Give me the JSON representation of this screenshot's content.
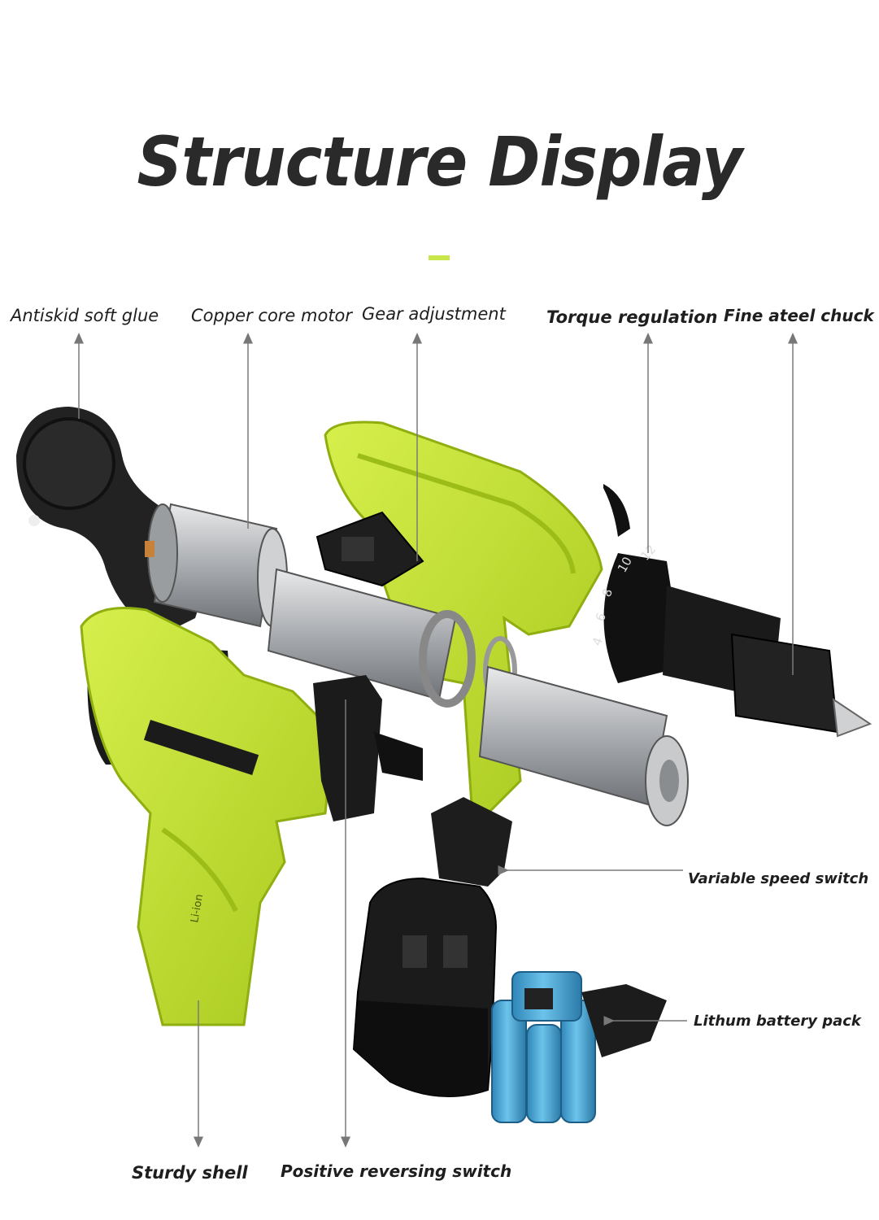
{
  "title": "Structure Display",
  "colors": {
    "accent": "#c8e64a",
    "shell": "#c5e336",
    "dark": "#1c1c1c",
    "metal": "#b9bcbf",
    "battery_cell": "#4aa6d6"
  },
  "labels": {
    "antiskid": "Antiskid soft glue",
    "motor": "Copper core motor",
    "gear": "Gear adjustment",
    "torque": "Torque regulation",
    "chuck": "Fine ateel chuck",
    "speed_switch": "Variable speed switch",
    "battery_pack": "Lithum battery pack",
    "shell": "Sturdy shell",
    "reversing": "Positive reversing switch"
  },
  "torque_dial_numbers": [
    "4",
    "6",
    "8",
    "10",
    "12"
  ],
  "grip_text": "Li-ion"
}
